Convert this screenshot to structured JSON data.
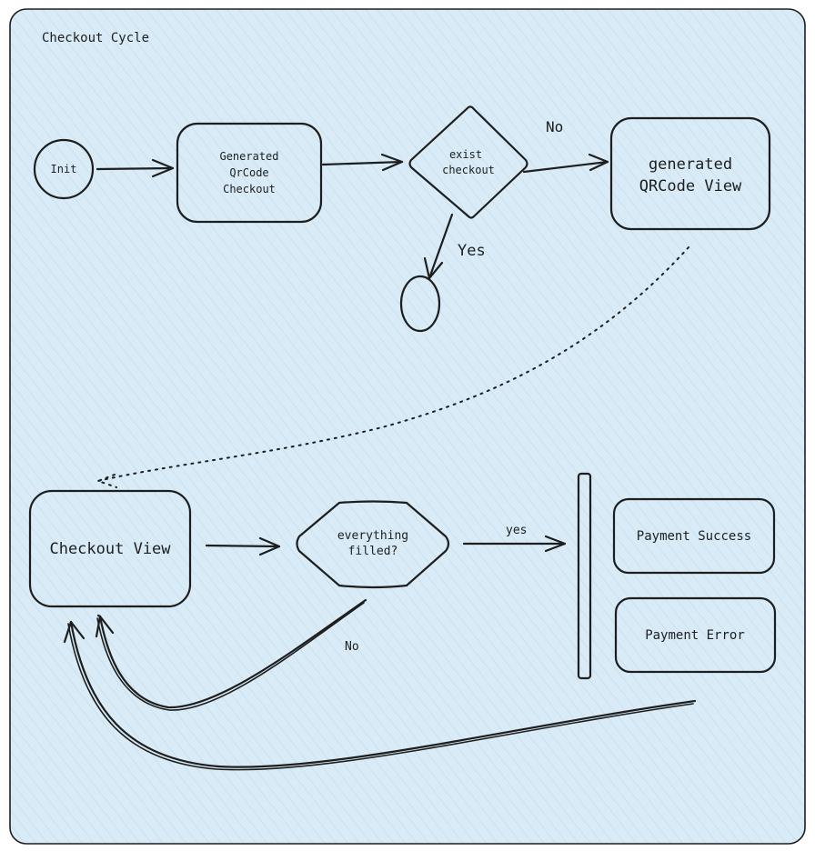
{
  "diagram": {
    "title": "Checkout Cycle",
    "background_color": "#d8ebf6",
    "nodes": {
      "init": "Init",
      "generated_qrcode_checkout": [
        "Generated",
        "QrCode",
        "Checkout"
      ],
      "exist_checkout": [
        "exist",
        "checkout"
      ],
      "generated_qrcode_view": [
        "generated",
        "QRCode View"
      ],
      "checkout_view": "Checkout View",
      "everything_filled": [
        "everything",
        "filled?"
      ],
      "payment_success": "Payment Success",
      "payment_error": "Payment Error"
    },
    "edge_labels": {
      "no_top": "No",
      "yes_top": "Yes",
      "yes_bottom": "yes",
      "no_bottom": "No"
    }
  }
}
